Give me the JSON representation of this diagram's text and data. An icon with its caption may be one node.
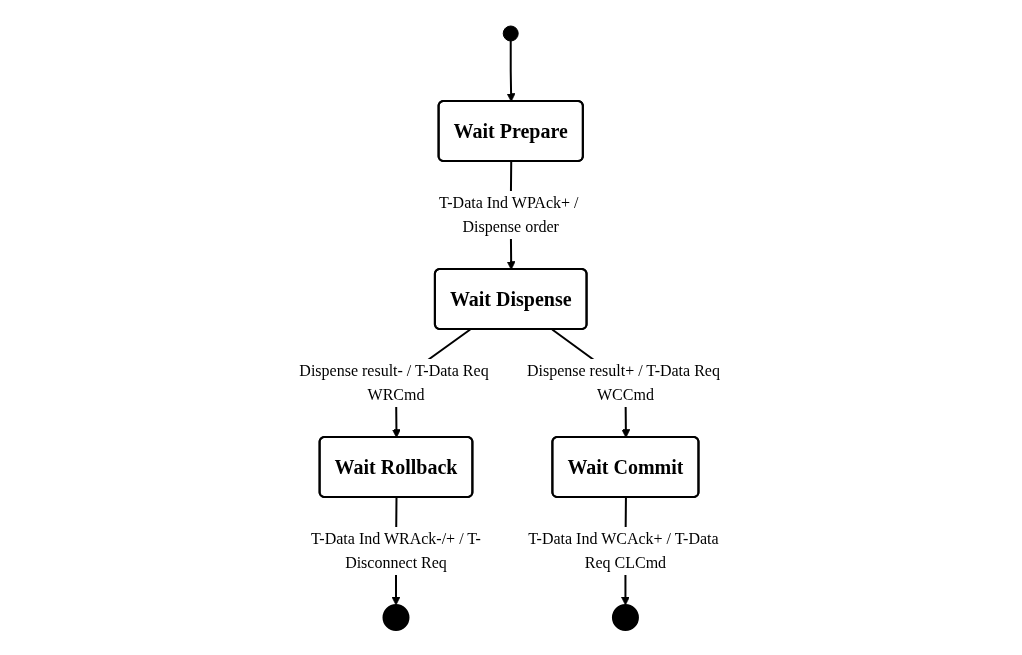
{
  "diagram": {
    "nodes": [
      {
        "text": [],
        "shape": "circle"
      },
      {
        "text": [
          "Wait Prepare"
        ]
      },
      {
        "text": [
          "Wait Dispense"
        ]
      },
      {
        "text": [
          "Wait Rollback"
        ]
      },
      {
        "text": [
          "Wait Commit"
        ]
      },
      {
        "text": [],
        "shape": "bullseye"
      },
      {
        "text": [],
        "shape": "bullseye"
      }
    ],
    "edges": [
      {
        "from": 0,
        "to": 1,
        "arrow": "to"
      },
      {
        "from": 1,
        "to": 2,
        "arrow": "to",
        "label": "T-Data Ind WPAck+ / Dispense order"
      },
      {
        "from": 2,
        "to": 3,
        "arrow": "to",
        "label": "Dispense result- / T-Data Req WRCmd"
      },
      {
        "from": 2,
        "to": 4,
        "arrow": "to",
        "label": "Dispense result+ / T-Data Req WCCmd"
      },
      {
        "from": 3,
        "to": 5,
        "arrow": "to",
        "label": "T-Data Ind WRAck-/+ / T-Disconnect Req"
      },
      {
        "from": 4,
        "to": 6,
        "arrow": "to",
        "label": "T-Data Ind WCAck+ / T-Data Req CLCmd"
      }
    ]
  }
}
